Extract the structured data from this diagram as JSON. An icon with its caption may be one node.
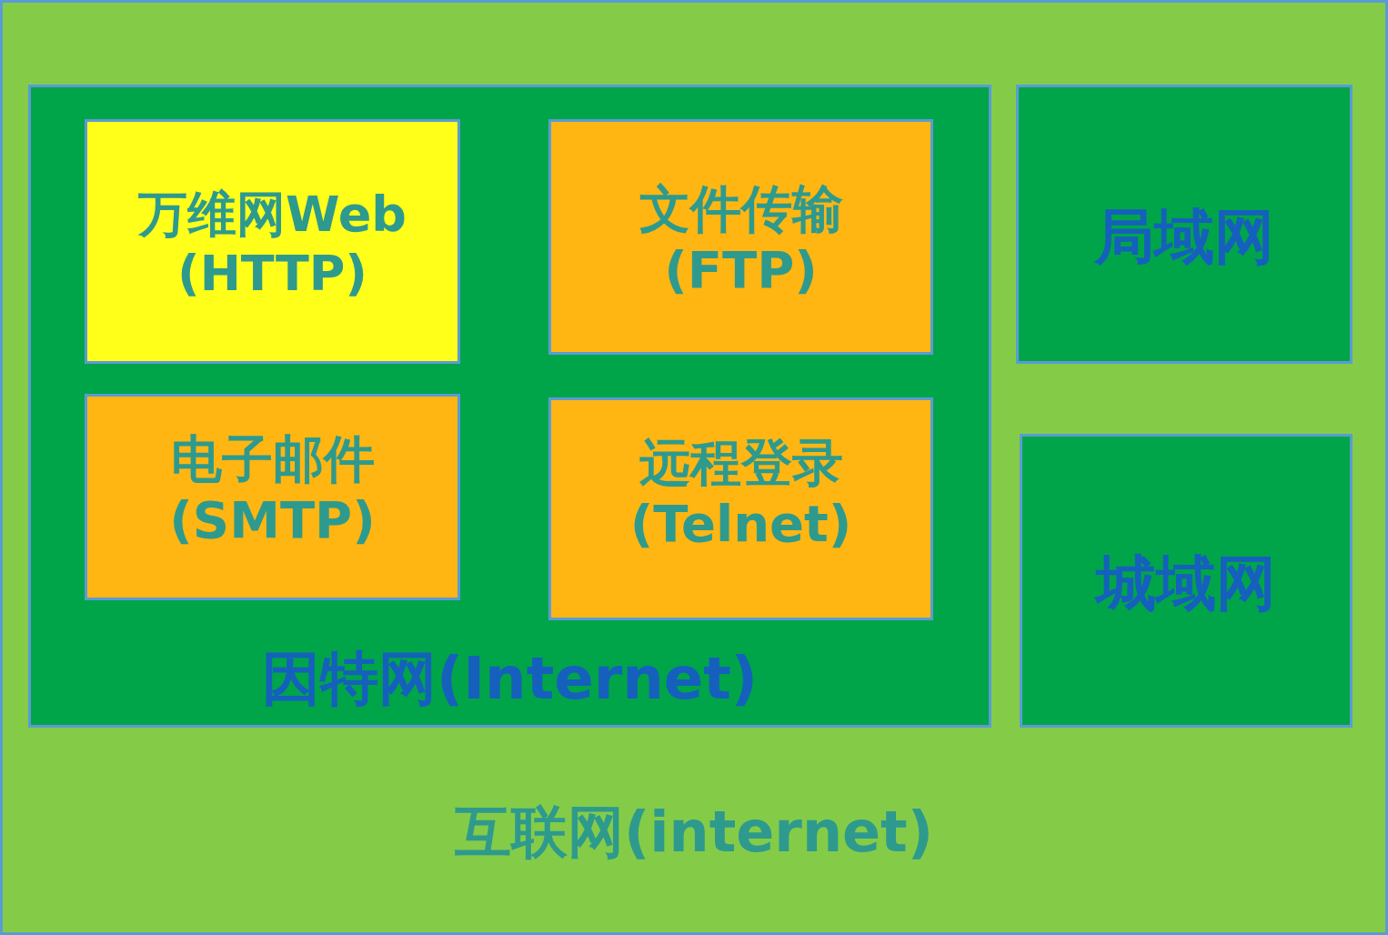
{
  "diagram": {
    "nodes": [
      {
        "text": [
          "互联网(internet)"
        ]
      },
      {
        "text": [
          "因特网(Internet)"
        ],
        "in": 0
      },
      {
        "text": [
          "万维网Web (HTTP)"
        ],
        "in": 1
      },
      {
        "text": [
          "文件传输 (FTP)"
        ],
        "in": 1
      },
      {
        "text": [
          "电子邮件 (SMTP)"
        ],
        "in": 1
      },
      {
        "text": [
          "远程登录 (Telnet)"
        ],
        "in": 1
      },
      {
        "text": [
          "局域网"
        ],
        "in": 0
      },
      {
        "text": [
          "城域网"
        ],
        "in": 0
      }
    ]
  }
}
